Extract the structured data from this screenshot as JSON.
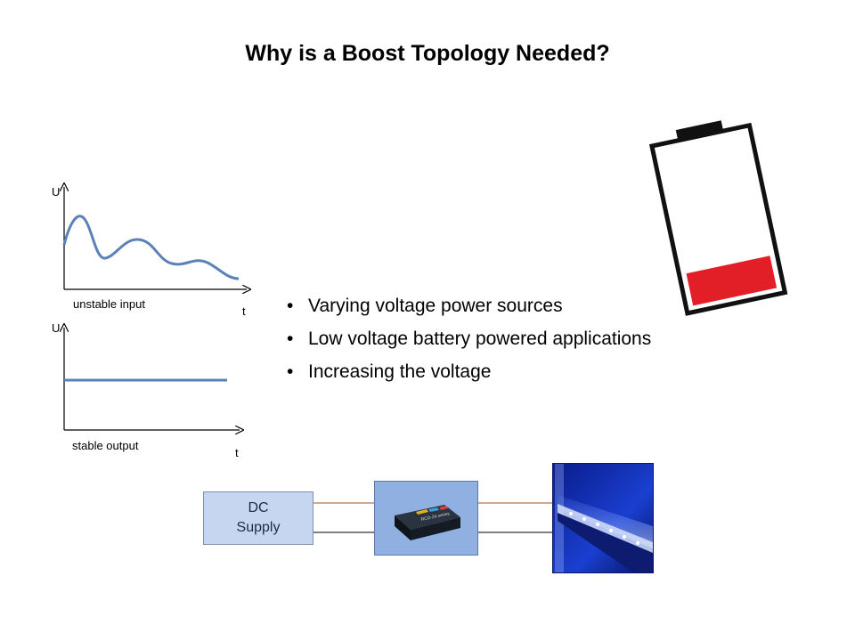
{
  "slide": {
    "title": "Why is a Boost Topology Needed?"
  },
  "graphs": {
    "input": {
      "y_label": "U",
      "x_label": "t",
      "caption": "unstable input"
    },
    "output": {
      "y_label": "U",
      "x_label": "t",
      "caption": "stable output"
    }
  },
  "bullets": [
    "Varying voltage power sources",
    "Low voltage battery powered applications",
    "Increasing the voltage"
  ],
  "circuit": {
    "dc_supply_label": "DC Supply",
    "driver_module_text": "RCD-24 series"
  },
  "colors": {
    "wave": "#5b82b8",
    "battery_charge": "#e21e26",
    "dc_box": "#c6d6f0",
    "driver_box": "#8fb0e0",
    "wire_red": "#a0522d"
  },
  "icons": [
    "battery-low-icon",
    "led-driver-module-image",
    "led-strip-image"
  ]
}
